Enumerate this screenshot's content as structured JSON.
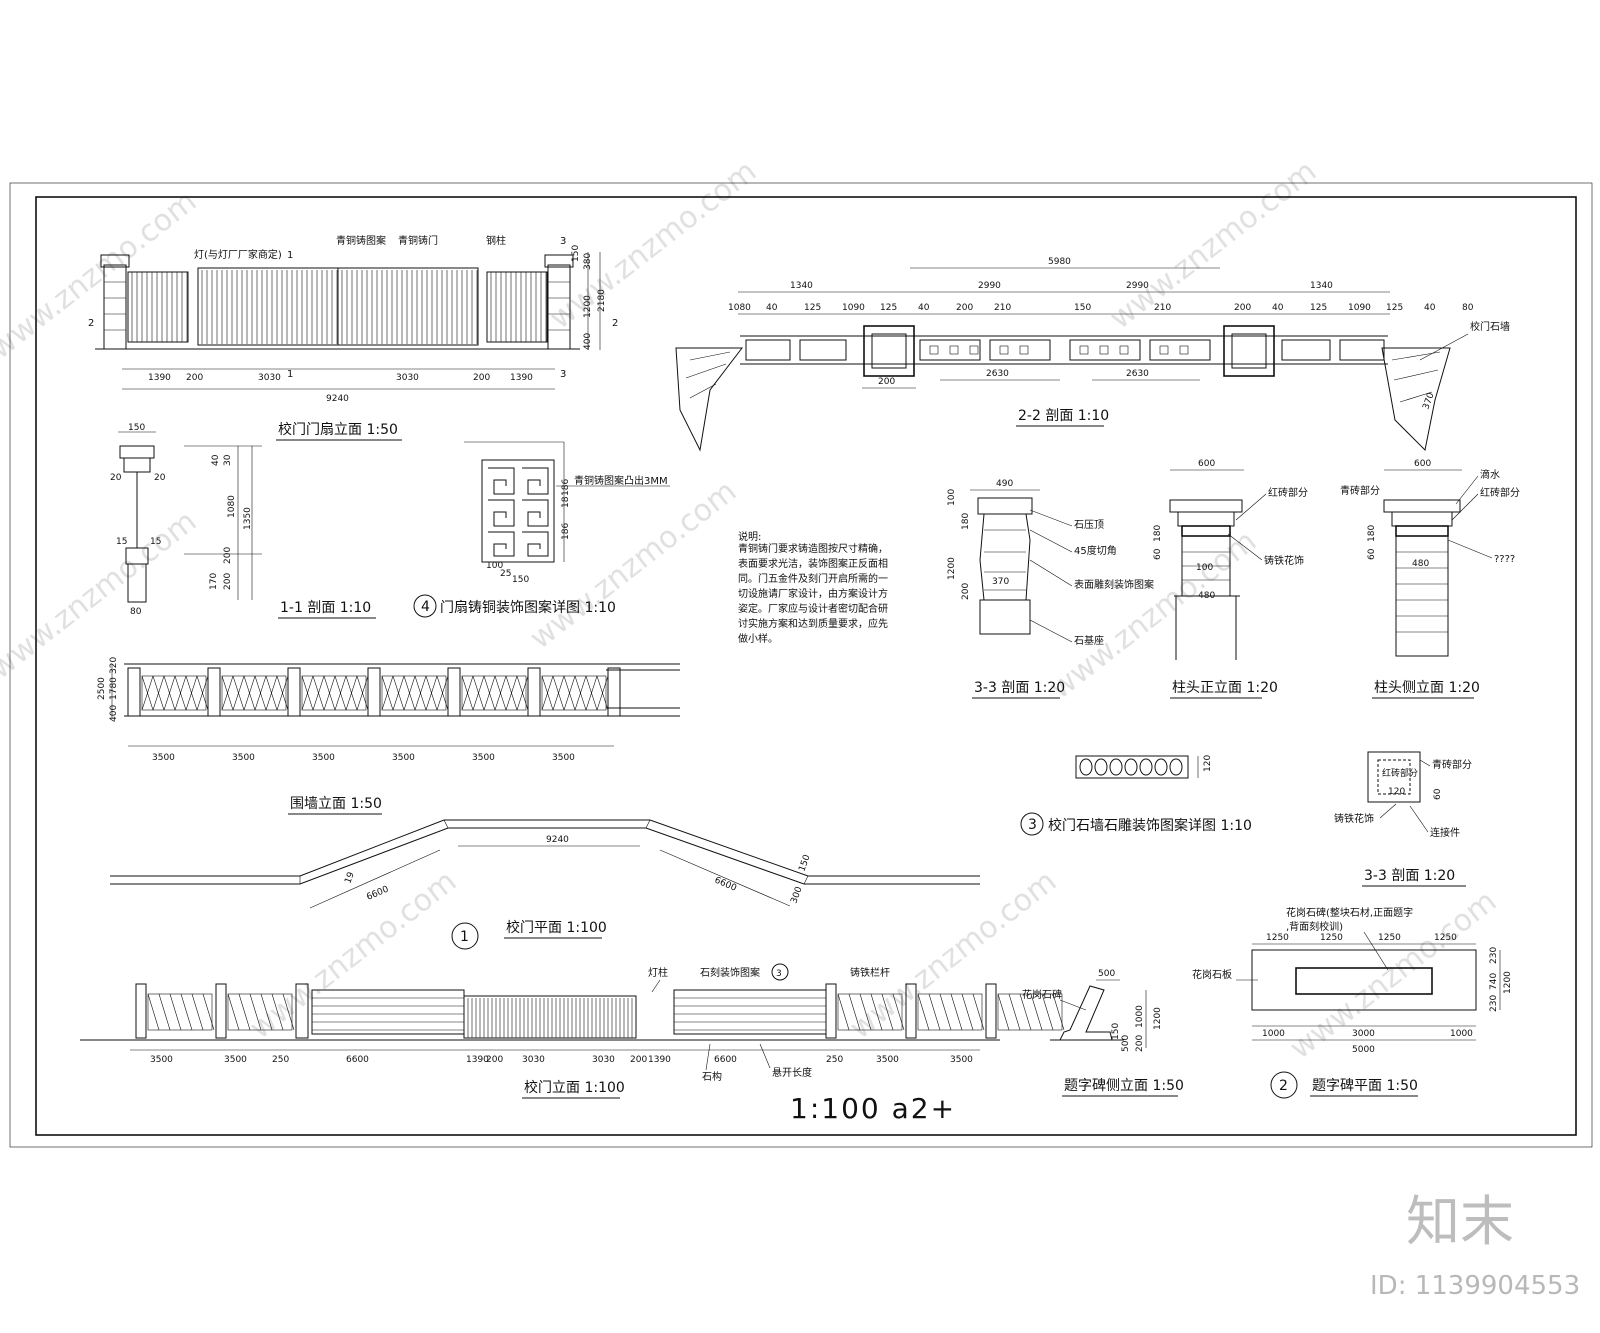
{
  "drawings": {
    "gate_leaf_elevation": {
      "title": "校门门扇立面 1:50",
      "labels": [
        "灯(与灯厂厂家商定)",
        "青铜铸图案",
        "青铜铸门",
        "钢柱"
      ],
      "section_marks": [
        "1",
        "1",
        "2",
        "2",
        "3",
        "3"
      ],
      "dims_bottom": [
        "1390",
        "200",
        "3030",
        "3030",
        "200",
        "1390"
      ],
      "dim_total": "9240",
      "dims_right": [
        "150",
        "380",
        "1200",
        "2180",
        "400"
      ]
    },
    "section_1_1": {
      "title": "1-1 剖面 1:10",
      "dims": [
        "150",
        "20",
        "20",
        "15",
        "15",
        "80",
        "40",
        "30",
        "1080",
        "1350",
        "200",
        "170",
        "200"
      ]
    },
    "door_leaf_pattern": {
      "title": "门扇铸铜装饰图案详图 1:10",
      "number": "4",
      "label": "青铜铸图案凸出3MM",
      "dims": [
        "150",
        "100",
        "25",
        "18",
        "186",
        "186"
      ]
    },
    "section_2_2": {
      "title": "2-2 剖面 1:10",
      "label": "校门石墙",
      "dim_total": "5980",
      "dims_top": [
        "1340",
        "2990",
        "2990",
        "1340"
      ],
      "dims_fine": [
        "1080",
        "40",
        "125",
        "1090",
        "125",
        "40",
        "200",
        "210",
        "150",
        "210",
        "200",
        "40",
        "125",
        "1090",
        "125",
        "40",
        "80"
      ],
      "dims_lower": [
        "2630",
        "2630",
        "200",
        "370"
      ]
    },
    "notes": {
      "heading": "说明:",
      "body": "青铜铸门要求铸造图按尺寸精确，表面要求光洁，装饰图案正反面相同。门五金件及刻门开启所需的一切设施请厂家设计，由方案设计方姿定。厂家应与设计者密切配合研讨实施方案和达到质量要求，应先做小样。"
    },
    "section_3_3_a": {
      "title": "3-3 剖面 1:20",
      "labels": [
        "石压顶",
        "45度切角",
        "表面雕刻装饰图案",
        "石基座"
      ],
      "dims": [
        "490",
        "100",
        "180",
        "370",
        "1200",
        "200"
      ]
    },
    "column_head_front": {
      "title": "柱头正立面 1:20",
      "labels": [
        "红砖部分",
        "铸铁花饰"
      ],
      "dims": [
        "600",
        "180",
        "60",
        "100",
        "480"
      ]
    },
    "column_head_side": {
      "title": "柱头侧立面 1:20",
      "labels": [
        "青砖部分",
        "滴水",
        "红砖部分",
        "????"
      ],
      "dims": [
        "600",
        "180",
        "60",
        "480"
      ]
    },
    "fence_elevation": {
      "title": "围墙立面 1:50",
      "dims_bottom": [
        "3500",
        "3500",
        "3500",
        "3500",
        "3500",
        "3500"
      ],
      "dims_left": [
        "2500",
        "1780",
        "320",
        "400"
      ]
    },
    "stone_carving_pattern": {
      "title": "校门石墙石雕装饰图案详图 1:10",
      "number": "3",
      "dim": "120"
    },
    "section_3_3_b": {
      "title": "3-3 剖面 1:20",
      "labels": [
        "红砖部分",
        "青砖部分",
        "铸铁花饰",
        "连接件"
      ],
      "dims": [
        "120",
        "60"
      ]
    },
    "gate_plan": {
      "title": "校门平面 1:100",
      "number": "1",
      "dim_total": "9240",
      "dims": [
        "6600",
        "6600",
        "150",
        "300",
        "19"
      ]
    },
    "gate_elevation": {
      "title": "校门立面 1:100",
      "labels": [
        "灯柱",
        "石刻装饰图案",
        "铸铁栏杆",
        "石构",
        "悬开长度"
      ],
      "callout": "3",
      "dims": [
        "3500",
        "3500",
        "250",
        "6600",
        "1390",
        "200",
        "3030",
        "3030",
        "200",
        "1390",
        "6600",
        "250",
        "3500",
        "3500"
      ]
    },
    "inscription_side": {
      "title": "题字碑侧立面 1:50",
      "labels": [
        "花岗石碑"
      ],
      "dims": [
        "500",
        "1000",
        "1200",
        "500",
        "200",
        "150"
      ]
    },
    "inscription_plan": {
      "title": "题字碑平面 1:50",
      "number": "2",
      "labels": [
        "花岗石碑(整块石材,正面题字,背面刻校训)",
        "花岗石板"
      ],
      "dims_top": [
        "1250",
        "1250",
        "1250",
        "1250"
      ],
      "dims_bottom": [
        "1000",
        "3000",
        "1000"
      ],
      "dim_total": "5000",
      "dims_right": [
        "230",
        "740",
        "230",
        "1200"
      ]
    }
  },
  "sheet_scale": "1:100  a2+",
  "brand": {
    "logo": "知末",
    "id_text": "ID: 1139904553",
    "watermark": "www.znzmo.com"
  }
}
